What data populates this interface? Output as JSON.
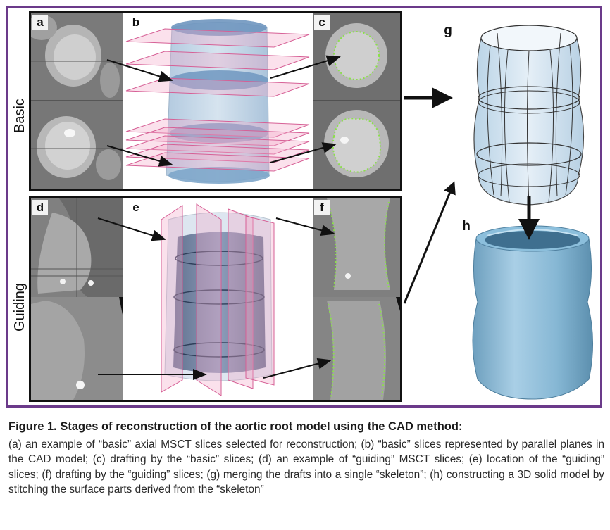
{
  "panels": {
    "a": "a",
    "b": "b",
    "c": "c",
    "d": "d",
    "e": "e",
    "f": "f",
    "g": "g",
    "h": "h"
  },
  "rows": {
    "basic": "Basic",
    "guiding": "Guiding"
  },
  "caption": {
    "title": "Figure 1. Stages of reconstruction of the aortic root model using the CAD method:",
    "body": "(a) an example of “basic” axial MSCT slices selected for reconstruction; (b) “basic” slices represented by parallel planes in the CAD model; (c) drafting by the “basic” slices; (d) an example of “guiding” MSCT slices; (e) location of the “guiding” slices; (f) drafting by the “guiding” slices; (g) merging the drafts into a single “skeleton”; (h) constructing a 3D solid model by stitching the surface parts derived from the “skeleton”"
  },
  "colors": {
    "frame": "#6b3a8a",
    "plane": "#f4a9c8",
    "model": "#8fb3d6",
    "solid": "#7fb0cf",
    "contour": "#8be04a"
  }
}
